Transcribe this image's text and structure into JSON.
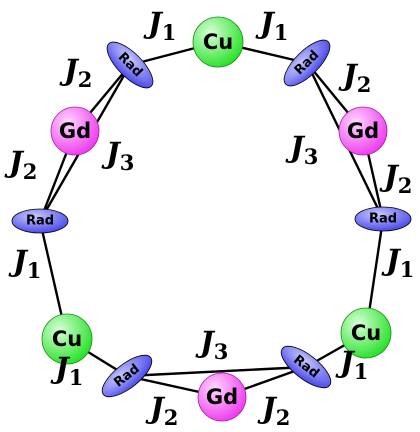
{
  "colors": {
    "cu": "#21e021",
    "cu_highlight": "#d8ffd8",
    "gd": "#ee33ee",
    "gd_highlight": "#ffd8ff",
    "rad": "#3a3ae8",
    "rad_highlight": "#c8c8ff",
    "bond": "#000000"
  },
  "nodes": {
    "cu_top": "Cu",
    "cu_left": "Cu",
    "cu_right": "Cu",
    "gd_left": "Gd",
    "gd_right": "Gd",
    "gd_bottom": "Gd",
    "rad_top_left": "Rad",
    "rad_top_right": "Rad",
    "rad_mid_left": "Rad",
    "rad_mid_right": "Rad",
    "rad_bottom_left": "Rad",
    "rad_bottom_right": "Rad"
  },
  "coupling_labels": {
    "symbol": "J",
    "j1": "1",
    "j2": "2",
    "j3": "3"
  }
}
